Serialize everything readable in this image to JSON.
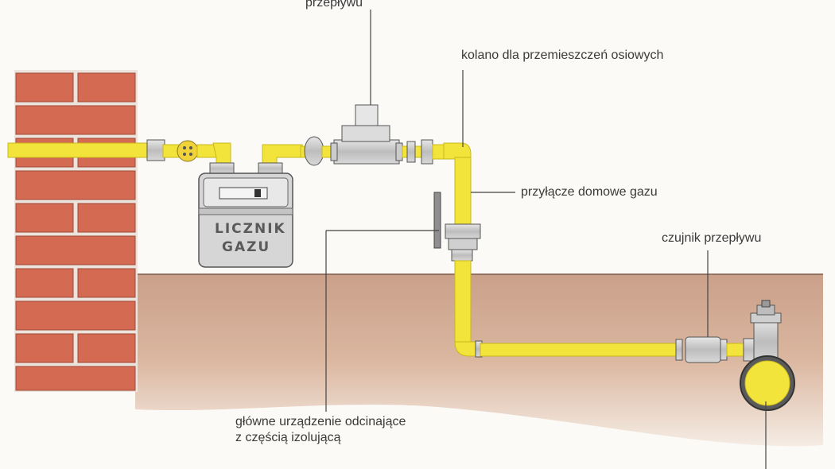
{
  "labels": {
    "top_flow": "przepływu",
    "elbow": "kolano dla przemieszczeń osiowych",
    "house_connection": "przyłącze domowe gazu",
    "flow_sensor": "czujnik przepływu",
    "shutoff_line1": "główne urządzenie odcinające",
    "shutoff_line2": "z częścią izolującą"
  },
  "meter": {
    "line1": "LICZNIK",
    "line2": "GAZU"
  },
  "colors": {
    "pipe": "#f2e43a",
    "pipe_edge": "#c9b81e",
    "brick": "#d56a52",
    "mortar": "#ece4dc",
    "soil": "#d7b29a",
    "fitting": "#cfcfcf"
  }
}
